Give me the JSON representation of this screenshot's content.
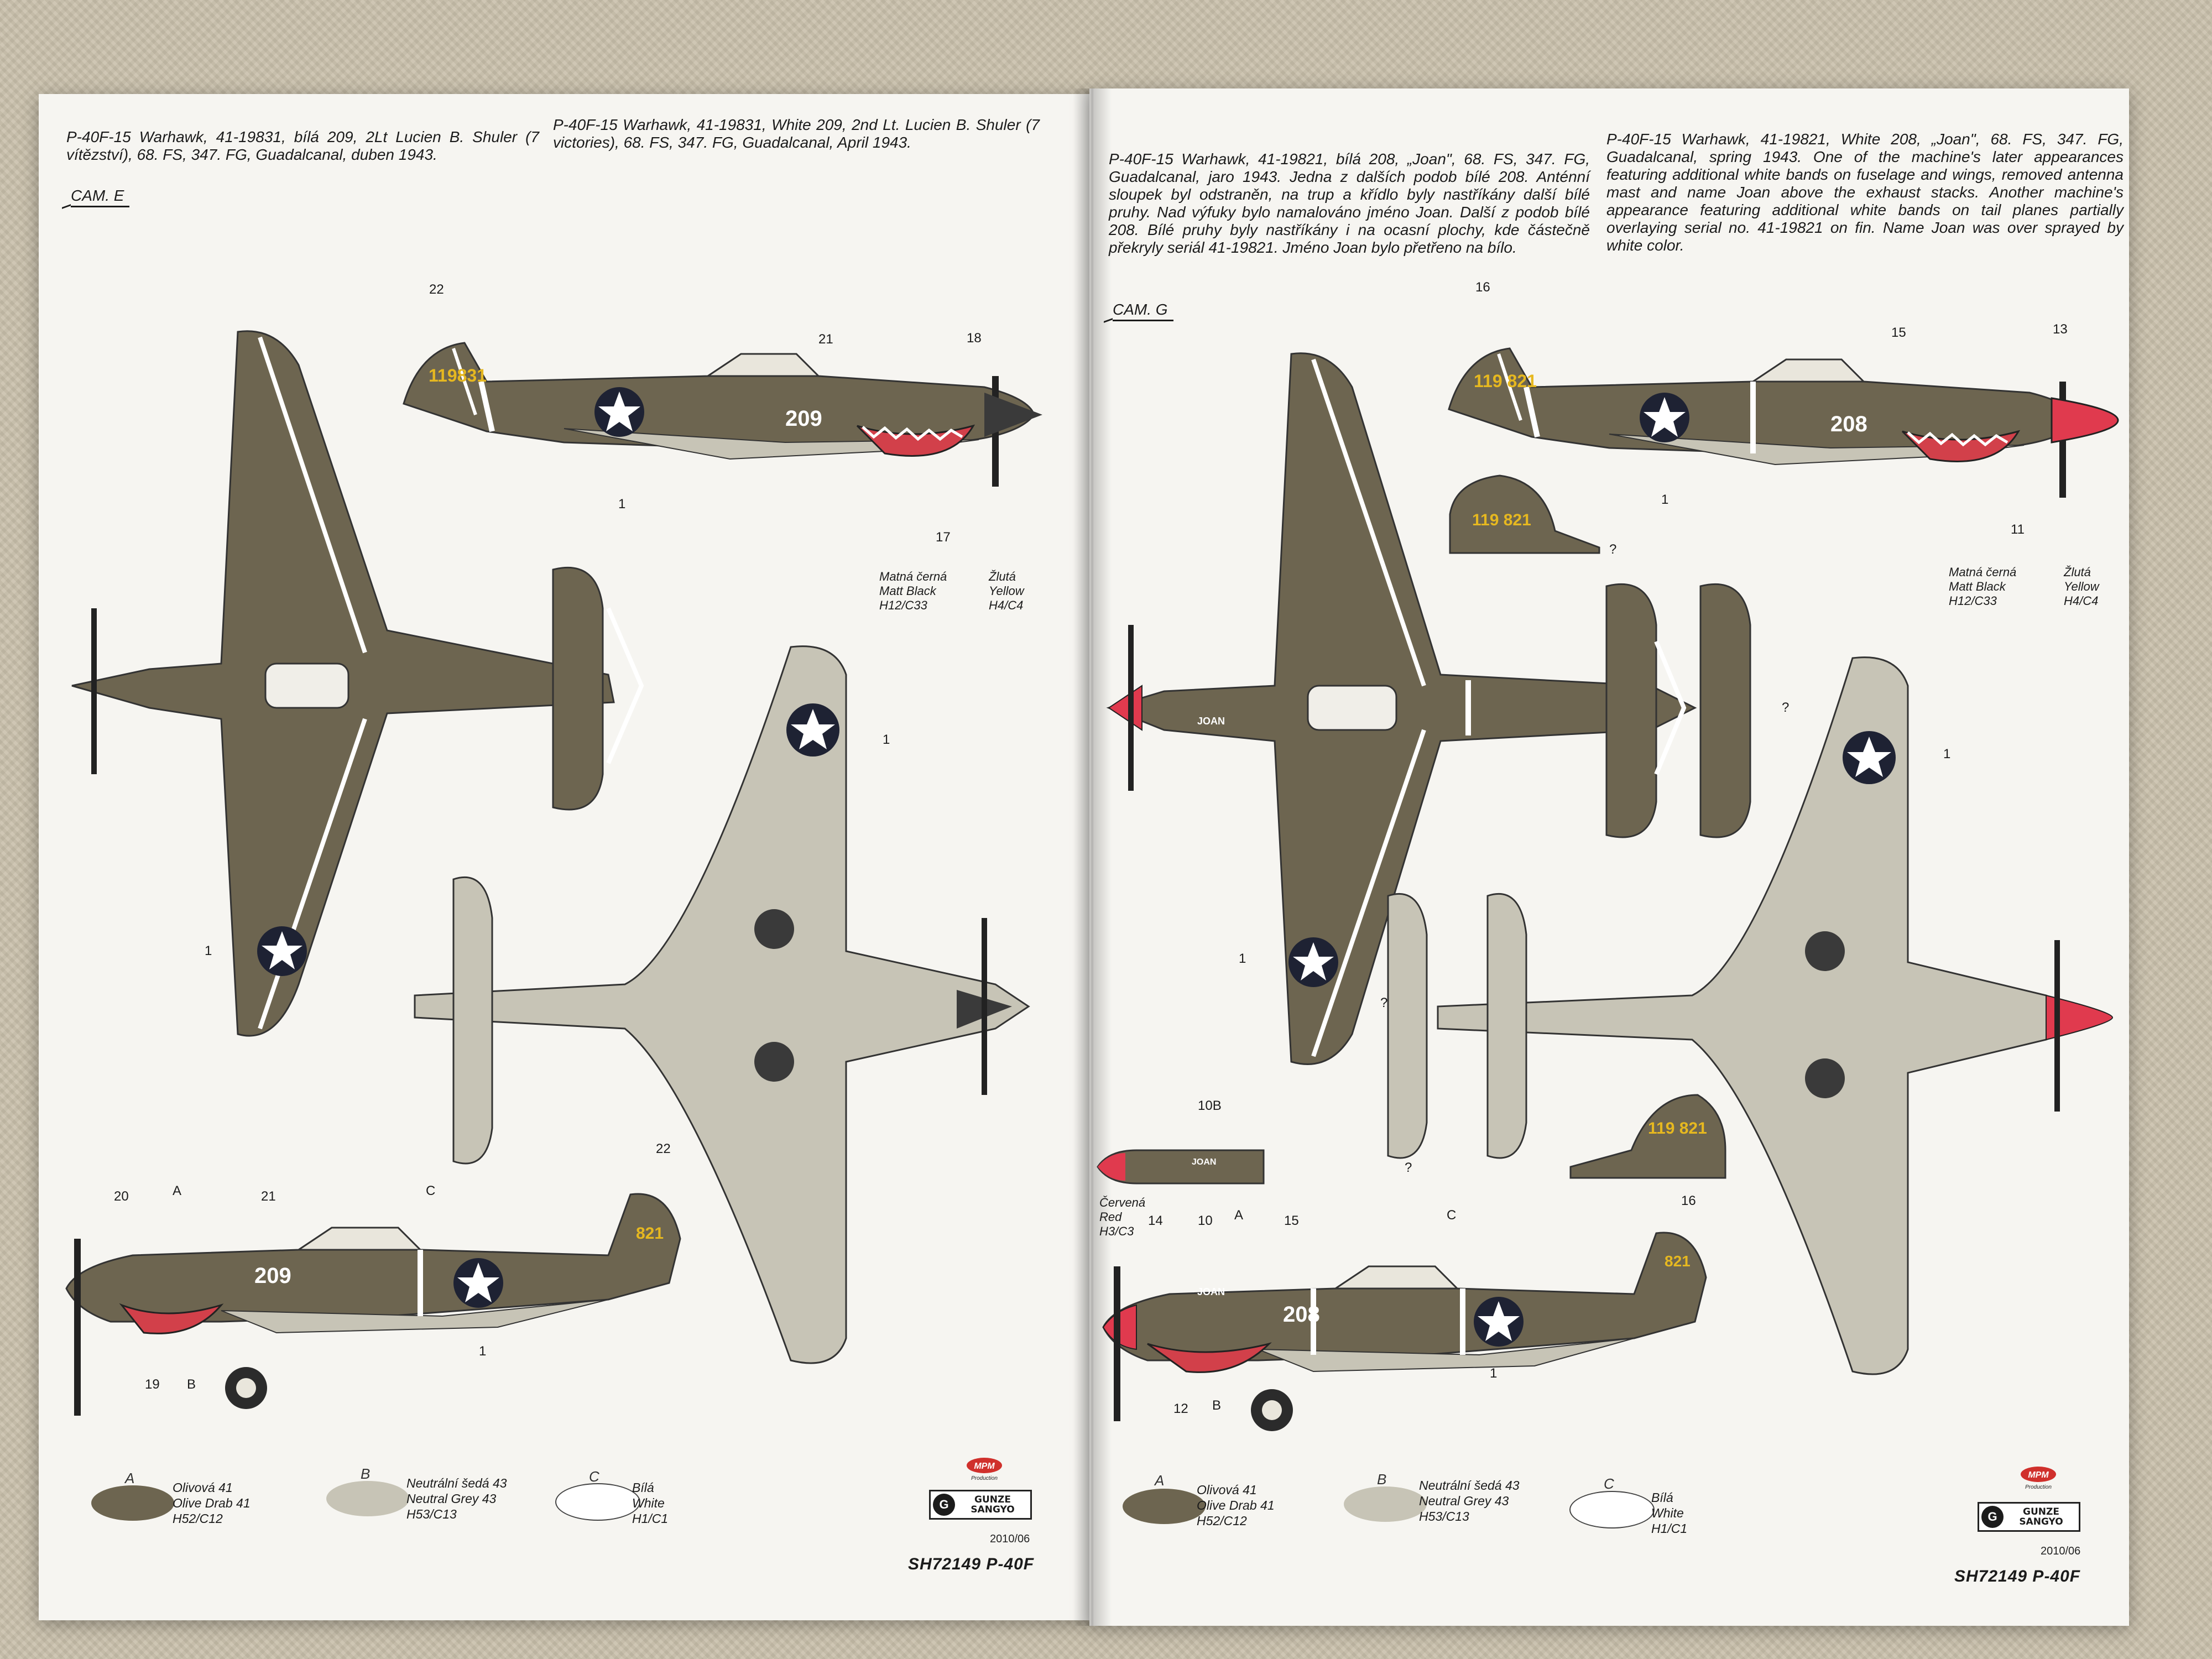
{
  "left": {
    "caption_cz": "P-40F-15 Warhawk, 41-19831, bílá 209, 2Lt Lucien B. Shuler (7 vítězství), 68. FS, 347. FG, Guadalcanal, duben 1943.",
    "caption_en": "P-40F-15 Warhawk, 41-19831, White 209, 2nd Lt. Lucien B. Shuler (7 victories), 68. FS, 347. FG, Guadalcanal, April 1943.",
    "camo_label": "CAM. E",
    "side_number": "209",
    "tail_serial": "119831",
    "callouts": [
      "22",
      "21",
      "18",
      "1",
      "17",
      "1",
      "1",
      "22",
      "20",
      "A",
      "21",
      "C",
      "1",
      "19",
      "B"
    ],
    "paint_notes": {
      "black": {
        "cz": "Matná černá",
        "en": "Matt Black",
        "code": "H12/C33"
      },
      "yellow": {
        "cz": "Žlutá",
        "en": "Yellow",
        "code": "H4/C4"
      }
    },
    "colors": [
      {
        "letter": "A",
        "cz": "Olivová 41",
        "en": "Olive Drab 41",
        "code": "H52/C12",
        "hex": "#6d6550"
      },
      {
        "letter": "B",
        "cz": "Neutrální šedá 43",
        "en": "Neutral Grey 43",
        "code": "H53/C13",
        "hex": "#c7c4b6"
      },
      {
        "letter": "C",
        "cz": "Bílá",
        "en": "White",
        "code": "H1/C1",
        "hex": "#ffffff"
      }
    ],
    "logo_text": "GUNZE SANGYO",
    "logo_mpm": "MPM Production",
    "date": "2010/06",
    "code": "SH72149 P-40F"
  },
  "right": {
    "caption_cz": "P-40F-15 Warhawk, 41-19821, bílá 208, „Joan\", 68. FS, 347. FG, Guadalcanal, jaro 1943. Jedna z dalších podob bílé 208. Anténní sloupek byl odstraněn, na trup a křídlo byly nastříkány další bílé pruhy. Nad výfuky bylo namalováno jméno Joan. Další z podob bílé 208. Bílé pruhy byly nastříkány i na ocasní plochy, kde částečně překryly seriál 41-19821. Jméno Joan bylo přetřeno na bílo.",
    "caption_en": "P-40F-15 Warhawk, 41-19821, White 208, „Joan\", 68. FS, 347. FG, Guadalcanal, spring 1943. One of the machine's later appearances featuring additional white bands on fuselage and wings, removed antenna mast and name Joan above the exhaust stacks. Another machine's appearance featuring additional white bands on tail planes partially overlaying serial no. 41-19821 on fin. Name Joan was over sprayed by white color.",
    "camo_label": "CAM. G",
    "side_number": "208",
    "name": "JOAN",
    "tail_serial": "119 821",
    "callouts": [
      "16",
      "15",
      "13",
      "1",
      "11",
      "?",
      "?",
      "1",
      "1",
      "?",
      "10B",
      "?",
      "14",
      "10",
      "A",
      "15",
      "C",
      "16",
      "12",
      "B",
      "1"
    ],
    "paint_notes": {
      "black": {
        "cz": "Matná černá",
        "en": "Matt Black",
        "code": "H12/C33"
      },
      "yellow": {
        "cz": "Žlutá",
        "en": "Yellow",
        "code": "H4/C4"
      },
      "red": {
        "cz": "Červená",
        "en": "Red",
        "code": "H3/C3"
      }
    },
    "colors": [
      {
        "letter": "A",
        "cz": "Olivová 41",
        "en": "Olive Drab 41",
        "code": "H52/C12",
        "hex": "#6d6550"
      },
      {
        "letter": "B",
        "cz": "Neutrální šedá 43",
        "en": "Neutral Grey 43",
        "code": "H53/C13",
        "hex": "#c7c4b6"
      },
      {
        "letter": "C",
        "cz": "Bílá",
        "en": "White",
        "code": "H1/C1",
        "hex": "#ffffff"
      }
    ],
    "logo_text": "GUNZE SANGYO",
    "logo_mpm": "MPM Production",
    "date": "2010/06",
    "code": "SH72149 P-40F"
  },
  "palette": {
    "olive": "#6d6550",
    "grey": "#c7c4b6",
    "red_spinner": "#e03a4e",
    "yellow": "#e6b820",
    "shark_red": "#d2404a"
  }
}
